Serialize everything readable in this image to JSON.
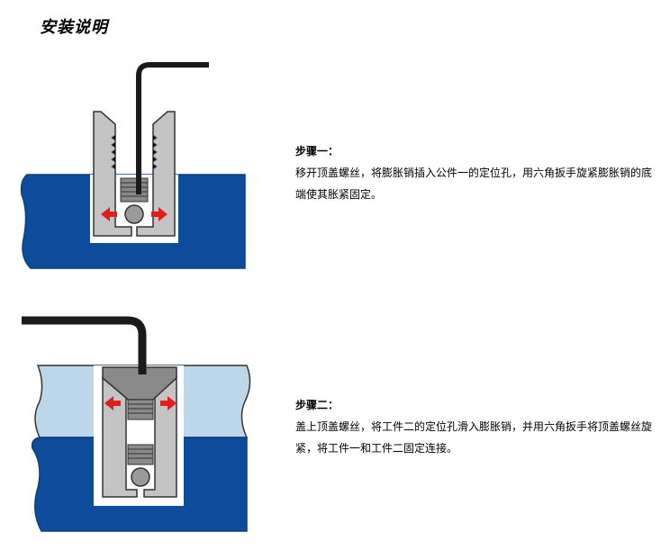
{
  "title": "安装说明",
  "steps": [
    {
      "heading": "步骤一：",
      "text": "移开顶盖螺丝，将膨胀销插入公件一的定位孔，用六角扳手旋紧膨胀销的底端使其胀紧固定。"
    },
    {
      "heading": "步骤二：",
      "text": "盖上顶盖螺丝，将工件二的定位孔滑入膨胀销，并用六角扳手将顶盖螺丝旋紧，将工件一和工件二固定连接。"
    }
  ],
  "colors": {
    "workpiece_dark": "#0d4c9a",
    "workpiece_light": "#bcd6ea",
    "metal": "#c4c4c4",
    "arrow": "#e0201a",
    "wrench": "#1a1a1a"
  },
  "icons": [
    "hex-key-wrench",
    "expansion-arrows",
    "expansion-pin",
    "cap-screw"
  ]
}
